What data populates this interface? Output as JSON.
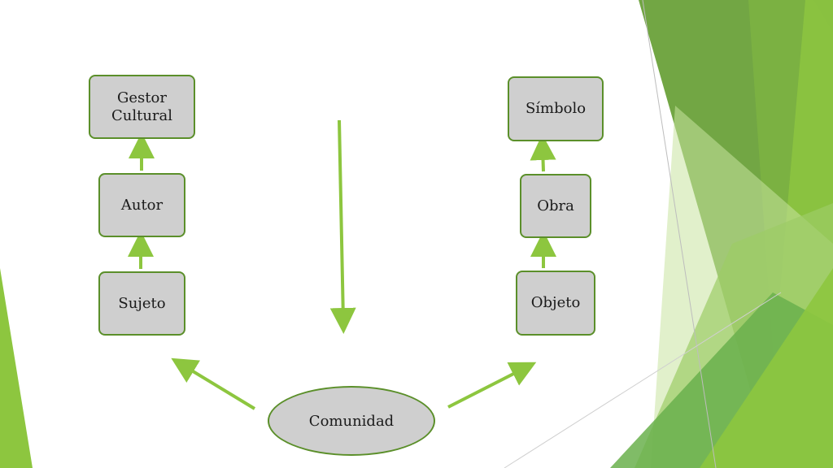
{
  "colors": {
    "accent": "#8dc63f",
    "node_fill": "#cfcfcf",
    "node_border": "#5b8f2a"
  },
  "diagram": {
    "left_chain": {
      "top": "Gestor\nCultural",
      "middle": "Autor",
      "bottom": "Sujeto"
    },
    "right_chain": {
      "top": "Símbolo",
      "middle": "Obra",
      "bottom": "Objeto"
    },
    "center": "Comunidad"
  }
}
